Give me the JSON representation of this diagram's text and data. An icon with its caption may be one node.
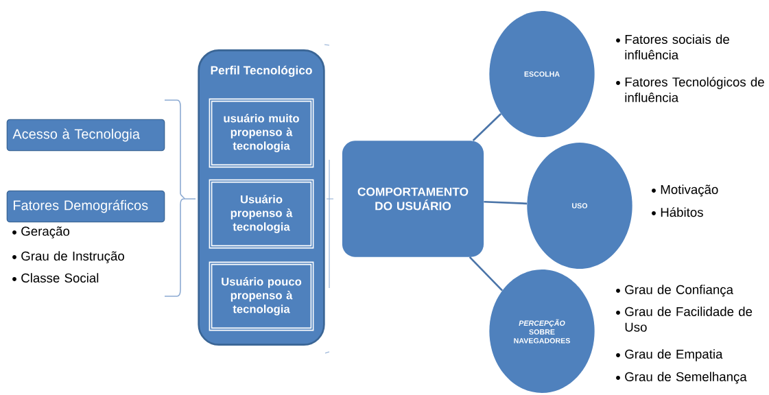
{
  "diagram": {
    "nodes": [
      {
        "text": [
          "Acesso à Tecnologia"
        ]
      },
      {
        "text": [
          "Fatores Demográficos"
        ],
        "beside": [
          "Geração",
          "Grau de Instrução",
          "Classe Social"
        ]
      },
      {
        "text": [
          "Perfil Tecnológico"
        ]
      },
      {
        "text": [
          "usuário muito propenso à tecnologia"
        ],
        "in": 2
      },
      {
        "text": [
          "Usuário propenso à tecnologia"
        ],
        "in": 2
      },
      {
        "text": [
          "Usuário pouco propenso à tecnologia"
        ],
        "in": 2
      },
      {
        "text": [
          "COMPORTAMENTO DO USUÁRIO"
        ]
      },
      {
        "text": [
          "ESCOLHA"
        ],
        "beside": [
          "Fatores sociais de influência",
          "Fatores Tecnológicos de influência"
        ]
      },
      {
        "text": [
          "USO"
        ],
        "beside": [
          "Motivação",
          "Hábitos"
        ]
      },
      {
        "text": [
          "*PERCEPÇÃO* SOBRE NAVEGADORES"
        ],
        "beside": [
          "Grau de Confiança",
          "Grau de Facilidade de Uso",
          "Grau de Empatia",
          "Grau de Semelhança"
        ]
      }
    ],
    "edges": [
      {
        "from": 6,
        "to": 7,
        "arrow": "none"
      },
      {
        "from": 6,
        "to": 8,
        "arrow": "none"
      },
      {
        "from": 6,
        "to": 9,
        "arrow": "none"
      }
    ]
  }
}
